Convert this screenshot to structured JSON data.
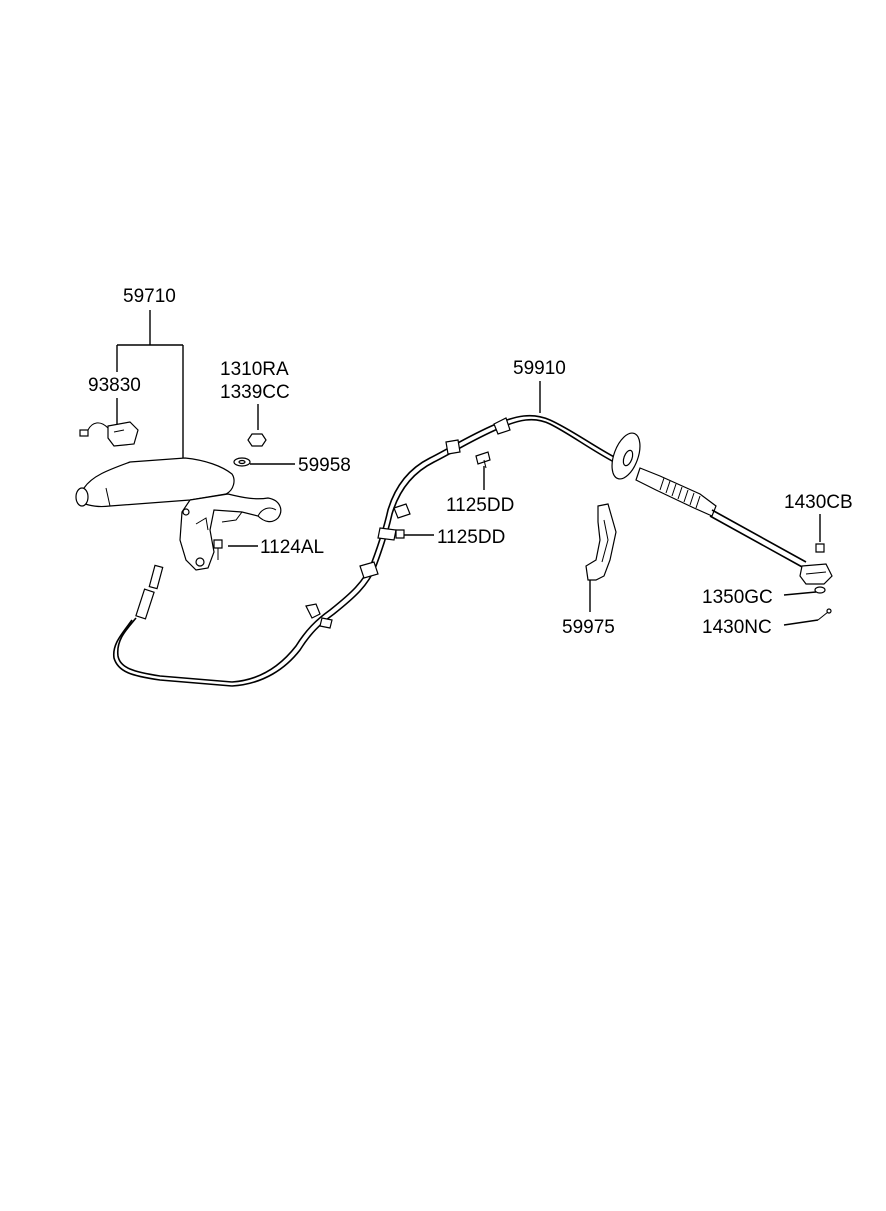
{
  "diagram": {
    "callouts": {
      "lever_assembly": "59710",
      "switch": "93830",
      "nut_1": "1310RA",
      "nut_2": "1339CC",
      "washer": "59958",
      "lever_bolt": "1124AL",
      "cable_assembly": "59910",
      "cable_bolt_upper": "1125DD",
      "cable_bolt_lower": "1125DD",
      "bracket": "59975",
      "clevis_pin": "1430CB",
      "washer_small": "1350GC",
      "split_pin": "1430NC"
    },
    "icons": {
      "lever": "parking-brake-lever-icon",
      "switch": "brake-switch-icon",
      "cable": "brake-cable-icon",
      "bracket": "cable-bracket-icon",
      "equalizer": "equalizer-clevis-icon"
    },
    "colors": {
      "ink": "#000000",
      "paper": "#ffffff"
    }
  }
}
